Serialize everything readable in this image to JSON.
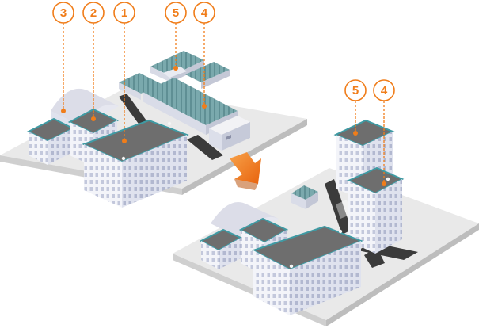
{
  "colors": {
    "accent": "#f07d1a",
    "ground": "#e6e6e6",
    "roof_dark": "#6e6e6e",
    "roof_trim": "#3f9aa3",
    "wall": "#eef0f7",
    "window": "#c7cce0",
    "road": "#3b3b3b",
    "shed_roof": "#6fa3a8"
  },
  "before": {
    "markers": [
      {
        "id": "marker-3",
        "label": "3"
      },
      {
        "id": "marker-2",
        "label": "2"
      },
      {
        "id": "marker-1",
        "label": "1"
      },
      {
        "id": "marker-5",
        "label": "5"
      },
      {
        "id": "marker-4",
        "label": "4"
      }
    ]
  },
  "after": {
    "markers": [
      {
        "id": "marker-5",
        "label": "5"
      },
      {
        "id": "marker-4",
        "label": "4"
      }
    ]
  },
  "arrow": {
    "icon": "transition-arrow-icon"
  }
}
